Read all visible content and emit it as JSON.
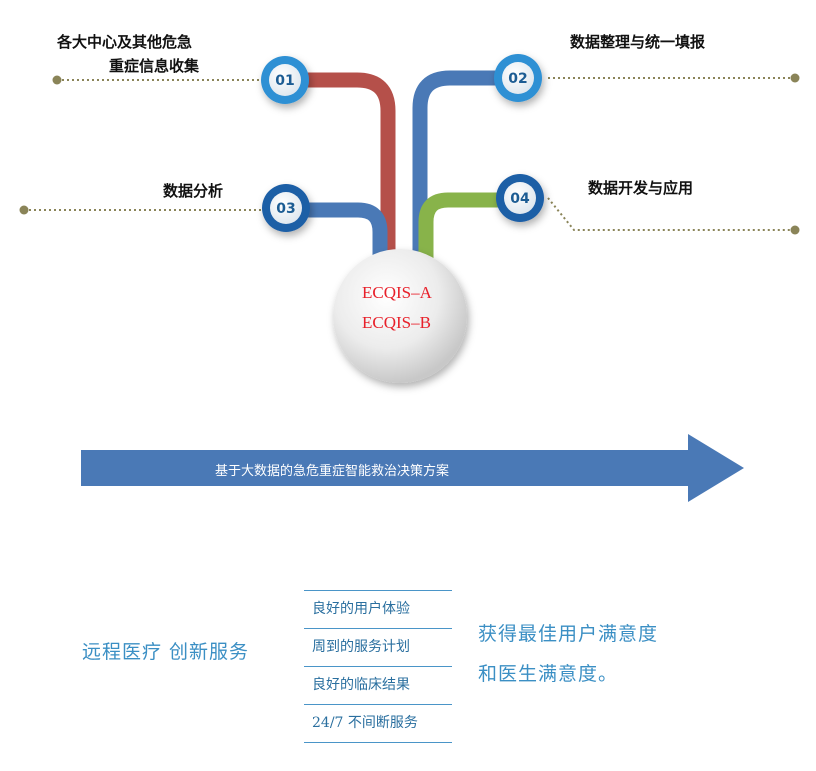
{
  "nodes": [
    {
      "num": "01",
      "label_line1": "各大中心及其他危急",
      "label_line2": "重症信息收集"
    },
    {
      "num": "02",
      "label": "数据整理与统一填报"
    },
    {
      "num": "03",
      "label": "数据分析"
    },
    {
      "num": "04",
      "label": "数据开发与应用"
    }
  ],
  "center": {
    "line1": "ECQIS–A",
    "line2": "ECQIS–B"
  },
  "arrow": {
    "text": "基于大数据的急危重症智能救治决策方案"
  },
  "bottom": {
    "left_text": "远程医疗 创新服务",
    "list": [
      "良好的用户体验",
      "周到的服务计划",
      "良好的临床结果",
      "24/7 不间断服务"
    ],
    "right_line1": "获得最佳用户满意度",
    "right_line2": "和医生满意度。"
  },
  "colors": {
    "red_pipe": "#b5504a",
    "blue_pipe": "#4a79b6",
    "green_pipe": "#88b34a",
    "arrow": "#4a79b6",
    "dots": "#8a8458"
  }
}
